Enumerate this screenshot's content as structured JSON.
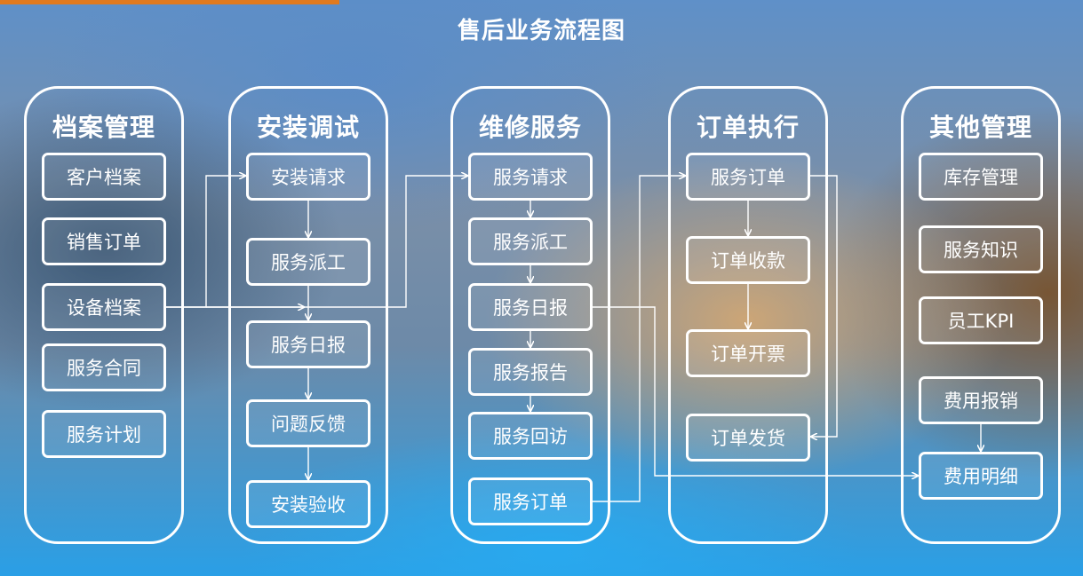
{
  "title": "售后业务流程图",
  "columns": [
    {
      "title": "档案管理",
      "items": [
        "客户档案",
        "销售订单",
        "设备档案",
        "服务合同",
        "服务计划"
      ]
    },
    {
      "title": "安装调试",
      "items": [
        "安装请求",
        "服务派工",
        "服务日报",
        "问题反馈",
        "安装验收"
      ]
    },
    {
      "title": "维修服务",
      "items": [
        "服务请求",
        "服务派工",
        "服务日报",
        "服务报告",
        "服务回访",
        "服务订单"
      ]
    },
    {
      "title": "订单执行",
      "items": [
        "服务订单",
        "订单收款",
        "订单开票",
        "订单发货"
      ]
    },
    {
      "title": "其他管理",
      "items": [
        "库存管理",
        "服务知识",
        "员工KPI",
        "费用报销",
        "费用明细"
      ]
    }
  ],
  "colors": {
    "accent": "#e07a1f",
    "line": "#ffffff"
  }
}
